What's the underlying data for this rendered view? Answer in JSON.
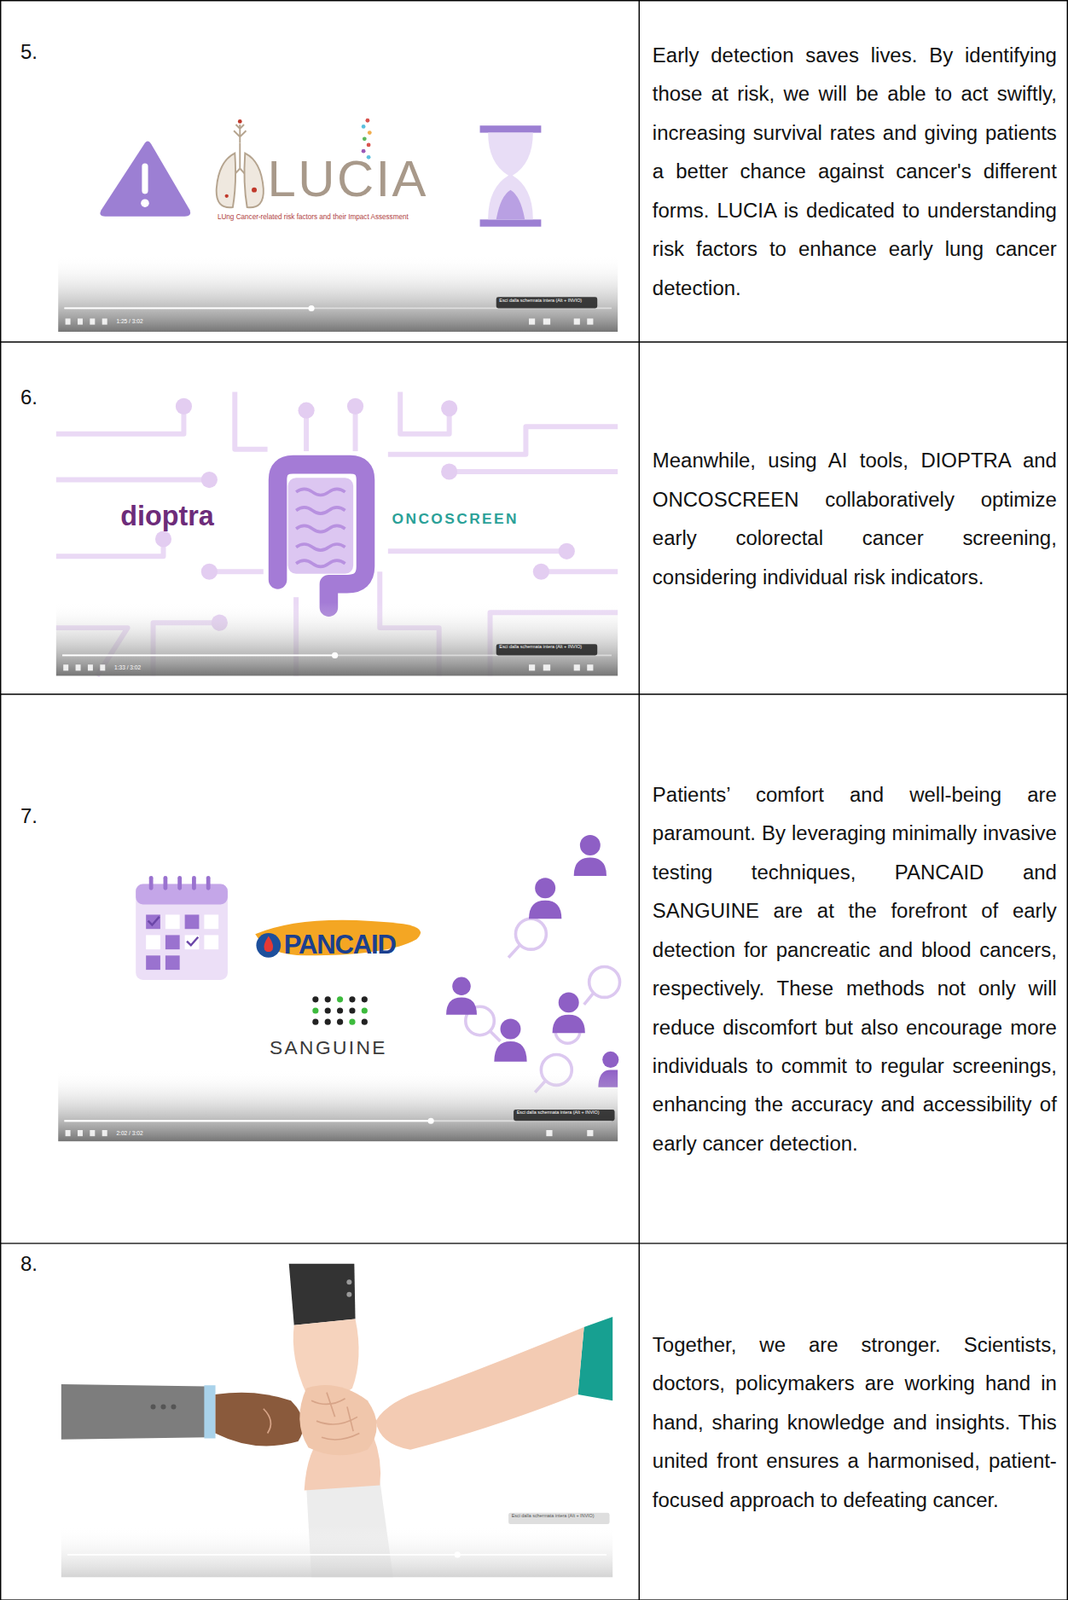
{
  "diagram": {
    "labels": [
      "5.",
      "LUCIA",
      "LUng Cancer-related risk factors and their Impact Assessment",
      "1:25 / 3:02",
      "Esci dalla schermata intera (Alt + INVIO)",
      "Early detection saves lives. By identifying those at risk, we will be able to act swiftly, increasing survival rates and giving patients a better chance against cancer's different forms. LUCIA is dedicated to understanding risk factors to enhance early lung cancer detection.",
      "6.",
      "dioptra",
      "ONCOSCREEN",
      "1:33 / 3:02",
      "Esci dalla schermata intera (Alt + INVIO)",
      "Meanwhile, using AI tools, DIOPTRA and ONCOSCREEN collaboratively optimize early colorectal cancer screening, considering individual risk indicators.",
      "7.",
      "PANCAID",
      "SANGUINE",
      "2:02 / 3:02",
      "Esci dalla schermata intera (Alt + INVIO)",
      "Patients’ comfort and well-being are paramount. By leveraging minimally invasive testing techniques, PANCAID and SANGUINE are at the forefront of early detection for pancreatic and blood cancers, respectively. These methods not only will reduce discomfort but also encourage more individuals to commit to regular screenings, enhancing the accuracy and accessibility of early cancer detection.",
      "8.",
      "Esci dalla schermata intera (Alt + INVIO)",
      "Together, we are stronger. Scientists, doctors, policymakers are working hand in hand, sharing knowledge and insights. This united front ensures a harmonised, patient-focused approach to defeating cancer."
    ]
  }
}
